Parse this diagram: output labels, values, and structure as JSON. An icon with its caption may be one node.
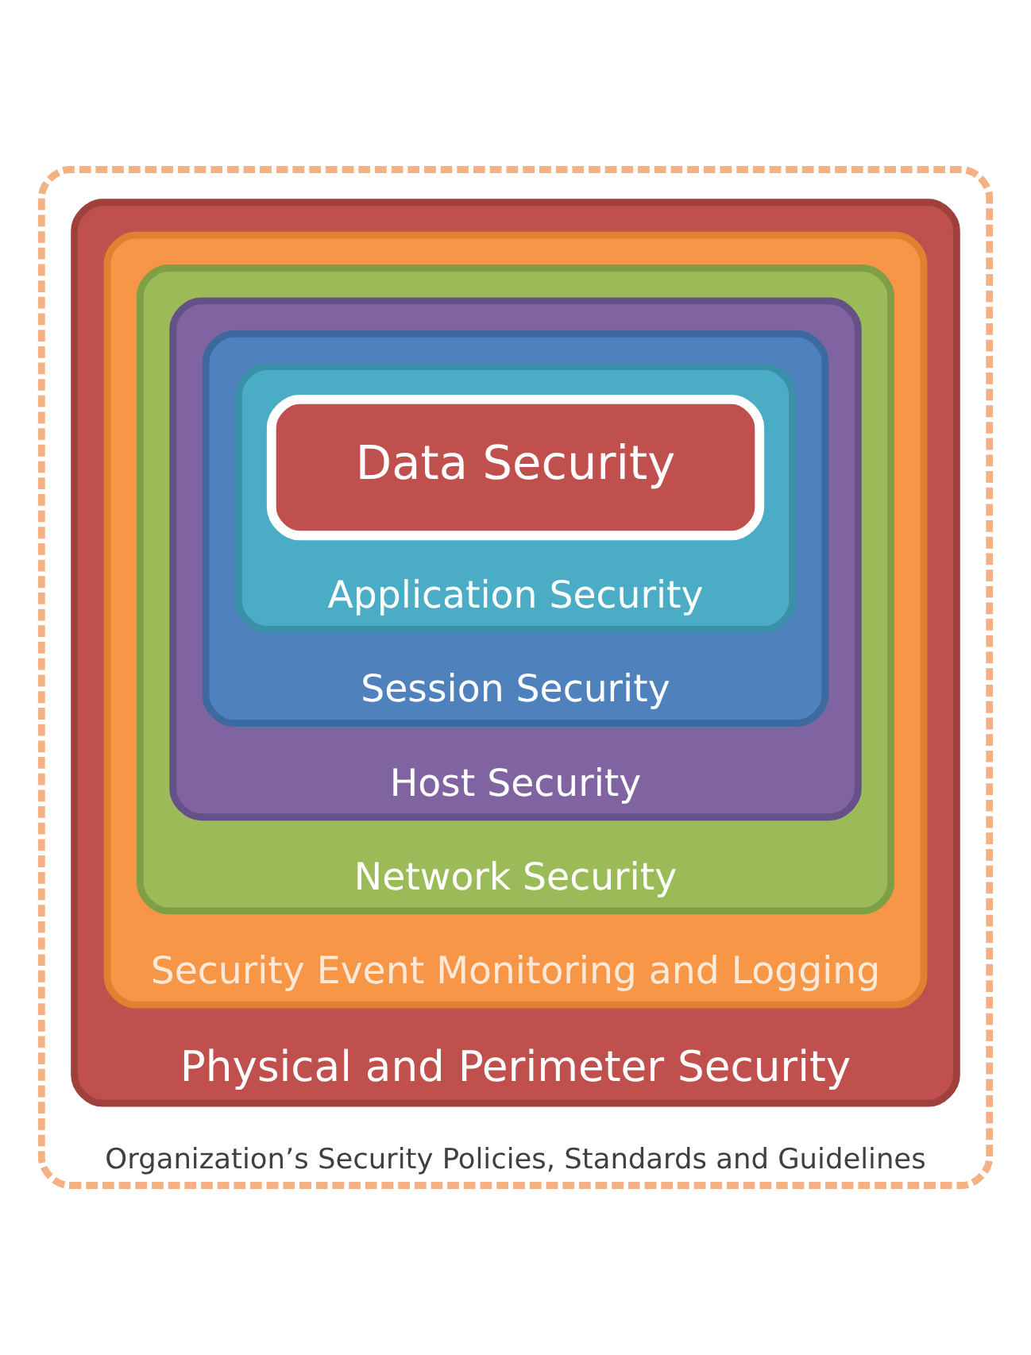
{
  "diagram": {
    "nodes": [
      {
        "text": [
          "Organization’s Security Policies, Standards and Guidelines"
        ]
      },
      {
        "text": [
          "Physical and Perimeter Security"
        ],
        "in": 0
      },
      {
        "text": [
          "Security Event Monitoring and Logging"
        ],
        "in": 1
      },
      {
        "text": [
          "Network Security"
        ],
        "in": 2
      },
      {
        "text": [
          "Host Security"
        ],
        "in": 3
      },
      {
        "text": [
          "Session Security"
        ],
        "in": 4
      },
      {
        "text": [
          "Application Security"
        ],
        "in": 5
      },
      {
        "text": [
          "Data Security"
        ],
        "in": 6
      }
    ]
  }
}
